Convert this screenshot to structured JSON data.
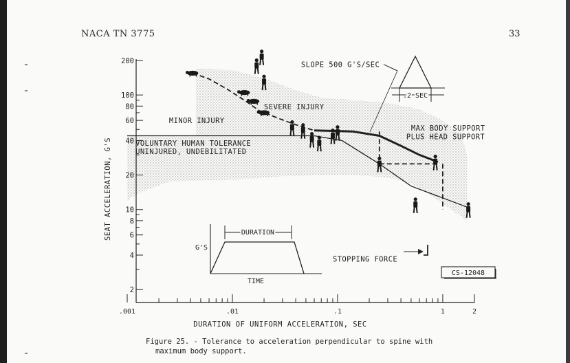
{
  "page": {
    "header_left": "NACA TN 3775",
    "page_number": "33",
    "caption_line1": "Figure 25. - Tolerance to acceleration perpendicular to spine with",
    "caption_line2": "maximum body support."
  },
  "chart_data": {
    "type": "line",
    "xscale": "log",
    "yscale": "log",
    "xlabel": "DURATION OF UNIFORM ACCELERATION, SEC",
    "ylabel": "SEAT ACCELERATION, G'S",
    "xlim": [
      0.001,
      2
    ],
    "ylim": [
      1.5,
      200
    ],
    "x_ticks": [
      {
        "value": 0.001,
        "label": ".001"
      },
      {
        "value": 0.01,
        "label": ".01"
      },
      {
        "value": 0.1,
        "label": ".1"
      },
      {
        "value": 1,
        "label": "1"
      },
      {
        "value": 2,
        "label": "2"
      }
    ],
    "y_ticks": [
      {
        "value": 2,
        "label": "2"
      },
      {
        "value": 4,
        "label": "4"
      },
      {
        "value": 6,
        "label": "6"
      },
      {
        "value": 8,
        "label": "8"
      },
      {
        "value": 10,
        "label": "10"
      },
      {
        "value": 20,
        "label": "20"
      },
      {
        "value": 40,
        "label": "40"
      },
      {
        "value": 60,
        "label": "60"
      },
      {
        "value": 80,
        "label": "80"
      },
      {
        "value": 100,
        "label": "100"
      },
      {
        "value": 200,
        "label": "200"
      }
    ],
    "series": [
      {
        "style": "solid",
        "points": [
          [
            0.001,
            44
          ],
          [
            0.06,
            44
          ],
          [
            0.11,
            40
          ],
          [
            0.25,
            25
          ],
          [
            0.5,
            16
          ],
          [
            1.7,
            10.5
          ]
        ]
      },
      {
        "style": "dashed",
        "points": [
          [
            0.0042,
            155
          ],
          [
            0.006,
            138
          ],
          [
            0.009,
            112
          ],
          [
            0.013,
            90
          ],
          [
            0.018,
            73
          ],
          [
            0.028,
            62
          ],
          [
            0.04,
            55
          ],
          [
            0.06,
            49
          ],
          [
            0.14,
            48
          ],
          [
            0.25,
            44
          ]
        ]
      },
      {
        "style": "thick",
        "points": [
          [
            0.06,
            49
          ],
          [
            0.14,
            48
          ],
          [
            0.25,
            44
          ],
          [
            0.4,
            36
          ],
          [
            0.6,
            30
          ],
          [
            0.9,
            26
          ]
        ]
      },
      {
        "style": "dashed",
        "points": [
          [
            0.25,
            48
          ],
          [
            0.25,
            25
          ]
        ]
      },
      {
        "style": "dashed",
        "points": [
          [
            0.25,
            25
          ],
          [
            0.9,
            25
          ]
        ]
      },
      {
        "style": "dashed",
        "points": [
          [
            1,
            25
          ],
          [
            1,
            10
          ]
        ]
      }
    ],
    "tolerance_region": [
      [
        0.0045,
        170
      ],
      [
        0.01,
        165
      ],
      [
        0.02,
        140
      ],
      [
        0.04,
        110
      ],
      [
        0.07,
        95
      ],
      [
        0.15,
        90
      ],
      [
        0.3,
        85
      ],
      [
        0.6,
        75
      ],
      [
        1,
        60
      ],
      [
        1.5,
        45
      ],
      [
        1.7,
        30
      ],
      [
        1.7,
        8
      ],
      [
        1.2,
        10
      ],
      [
        0.8,
        13
      ],
      [
        0.5,
        17
      ],
      [
        0.3,
        19
      ],
      [
        0.15,
        20
      ],
      [
        0.07,
        20
      ],
      [
        0.03,
        19.5
      ],
      [
        0.015,
        18.5
      ],
      [
        0.006,
        18
      ],
      [
        0.0025,
        17.5
      ],
      [
        0.0013,
        14
      ],
      [
        0.001,
        12
      ],
      [
        0.001,
        44
      ],
      [
        0.0045,
        44
      ]
    ],
    "annotations": [
      {
        "text": "SLOPE  500 G'S/SEC",
        "x": 0.045,
        "y": 175
      },
      {
        "text": "SEVERE INJURY",
        "x": 0.02,
        "y": 75
      },
      {
        "text": "MINOR INJURY",
        "x": 0.0025,
        "y": 57
      },
      {
        "text": "VOLUNTARY HUMAN TOLERANCE",
        "x": 0.0012,
        "y": 36
      },
      {
        "text": "UNINJURED, UNDEBILITATED",
        "x": 0.0012,
        "y": 30.5
      },
      {
        "text": "MAX BODY SUPPORT",
        "x": 0.5,
        "y": 49
      },
      {
        "text": "PLUS HEAD SUPPORT",
        "x": 0.45,
        "y": 41
      },
      {
        "text": "STOPPING FORCE",
        "x": 0.09,
        "y": 3.5
      }
    ],
    "triangle_inset": {
      "label": ".2 SEC"
    },
    "duration_inset": {
      "title": "DURATION",
      "ylabel": "G'S",
      "xlabel": "TIME"
    },
    "stamp": "CS-12048",
    "pig_markers": [
      [
        0.0042,
        155
      ],
      [
        0.013,
        105
      ],
      [
        0.016,
        88
      ],
      [
        0.02,
        70
      ]
    ],
    "human_markers": [
      [
        0.017,
        180
      ],
      [
        0.019,
        215
      ],
      [
        0.02,
        130
      ],
      [
        0.037,
        52
      ],
      [
        0.047,
        49
      ],
      [
        0.057,
        41
      ],
      [
        0.067,
        38
      ],
      [
        0.09,
        44
      ],
      [
        0.1,
        47
      ],
      [
        0.25,
        25
      ],
      [
        0.85,
        26
      ],
      [
        0.55,
        11
      ],
      [
        1.75,
        10
      ]
    ]
  }
}
